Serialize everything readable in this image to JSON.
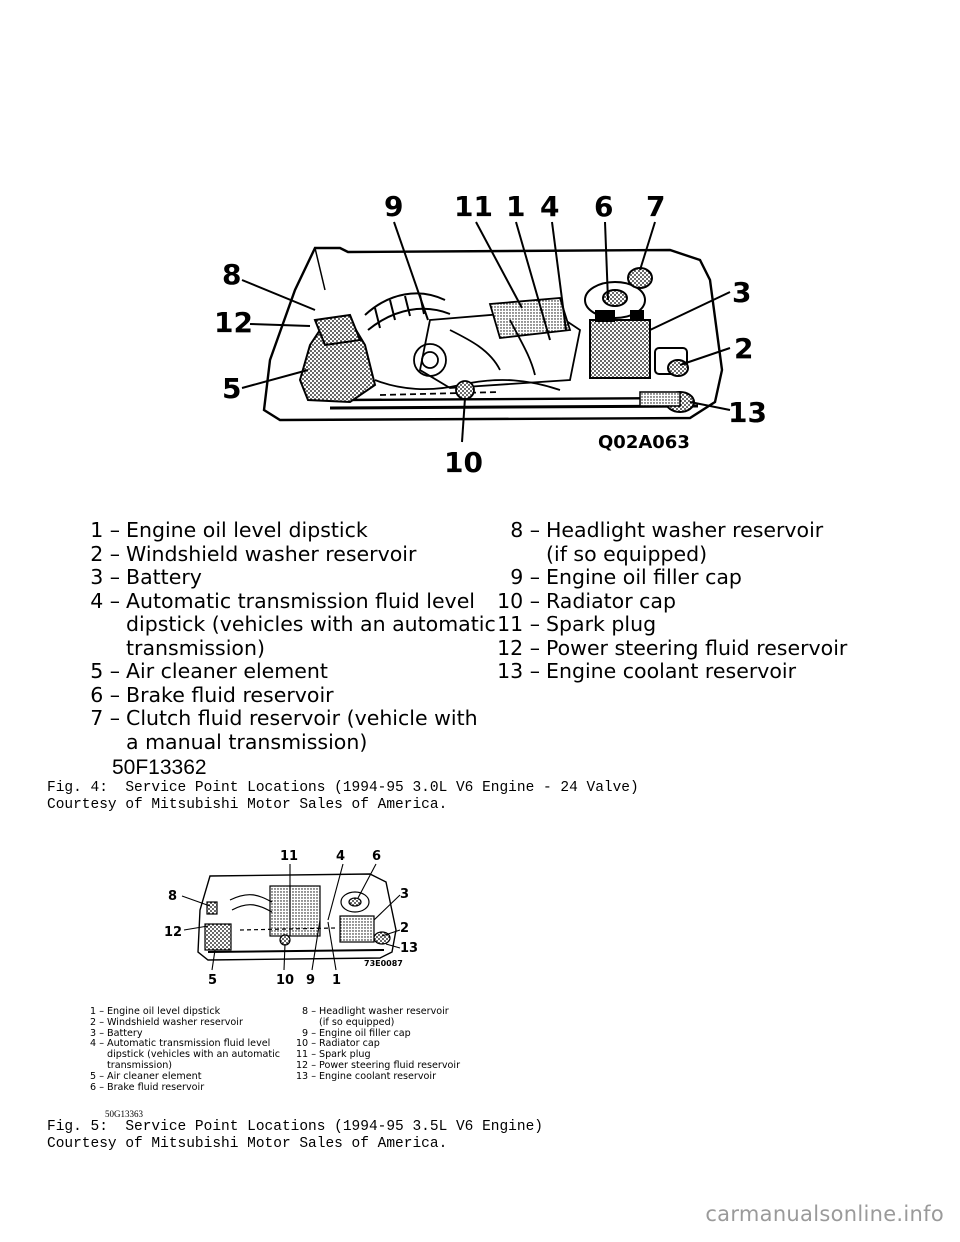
{
  "figure4": {
    "callouts": [
      "9",
      "11",
      "1",
      "4",
      "6",
      "7",
      "8",
      "12",
      "5",
      "10",
      "3",
      "2",
      "13"
    ],
    "image_code": "Q02A063",
    "legend_left": [
      {
        "num": "1 –",
        "text": "Engine oil level dipstick"
      },
      {
        "num": "2 –",
        "text": "Windshield washer reservoir"
      },
      {
        "num": "3 –",
        "text": "Battery"
      },
      {
        "num": "4 –",
        "text": "Automatic transmission fluid level"
      },
      {
        "num": "",
        "text": "dipstick (vehicles with an automatic"
      },
      {
        "num": "",
        "text": "transmission)"
      },
      {
        "num": "5 –",
        "text": "Air cleaner element"
      },
      {
        "num": "6 –",
        "text": "Brake fluid reservoir"
      },
      {
        "num": "7 –",
        "text": "Clutch fluid reservoir (vehicle with"
      },
      {
        "num": "",
        "text": "a manual transmission)"
      }
    ],
    "legend_right": [
      {
        "num": "8 –",
        "text": "Headlight washer reservoir"
      },
      {
        "num": "",
        "text": "(if so equipped)"
      },
      {
        "num": "9 –",
        "text": "Engine oil filler cap"
      },
      {
        "num": "10 –",
        "text": "Radiator cap"
      },
      {
        "num": "11 –",
        "text": "Spark plug"
      },
      {
        "num": "12 –",
        "text": "Power steering fluid reservoir"
      },
      {
        "num": "13 –",
        "text": "Engine coolant reservoir"
      }
    ],
    "figure_number": "50F13362",
    "caption_line1": "Fig. 4:  Service Point Locations (1994-95 3.0L V6 Engine - 24 Valve)",
    "caption_line2": "Courtesy of Mitsubishi Motor Sales of America."
  },
  "figure5": {
    "callouts": [
      "11",
      "4",
      "6",
      "8",
      "3",
      "12",
      "2",
      "13",
      "5",
      "10",
      "9",
      "1"
    ],
    "image_code": "73E0087",
    "legend_left": [
      {
        "num": "1 –",
        "text": "Engine oil level dipstick"
      },
      {
        "num": "2 –",
        "text": "Windshield washer reservoir"
      },
      {
        "num": "3 –",
        "text": "Battery"
      },
      {
        "num": "4 –",
        "text": "Automatic transmission fluid level"
      },
      {
        "num": "",
        "text": "dipstick (vehicles with an automatic"
      },
      {
        "num": "",
        "text": "transmission)"
      },
      {
        "num": "5 –",
        "text": "Air cleaner element"
      },
      {
        "num": "6 –",
        "text": "Brake fluid reservoir"
      }
    ],
    "legend_right": [
      {
        "num": "8 –",
        "text": "Headlight washer reservoir"
      },
      {
        "num": "",
        "text": "(if so equipped)"
      },
      {
        "num": "9 –",
        "text": "Engine oil filler cap"
      },
      {
        "num": "10 –",
        "text": "Radiator cap"
      },
      {
        "num": "11 –",
        "text": "Spark plug"
      },
      {
        "num": "12 –",
        "text": "Power steering fluid reservoir"
      },
      {
        "num": "13 –",
        "text": "Engine coolant reservoir"
      }
    ],
    "figure_number": "50G13363",
    "caption_line1": "Fig. 5:  Service Point Locations (1994-95 3.5L V6 Engine)",
    "caption_line2": "Courtesy of Mitsubishi Motor Sales of America."
  },
  "watermark": "carmanualsonline.info"
}
